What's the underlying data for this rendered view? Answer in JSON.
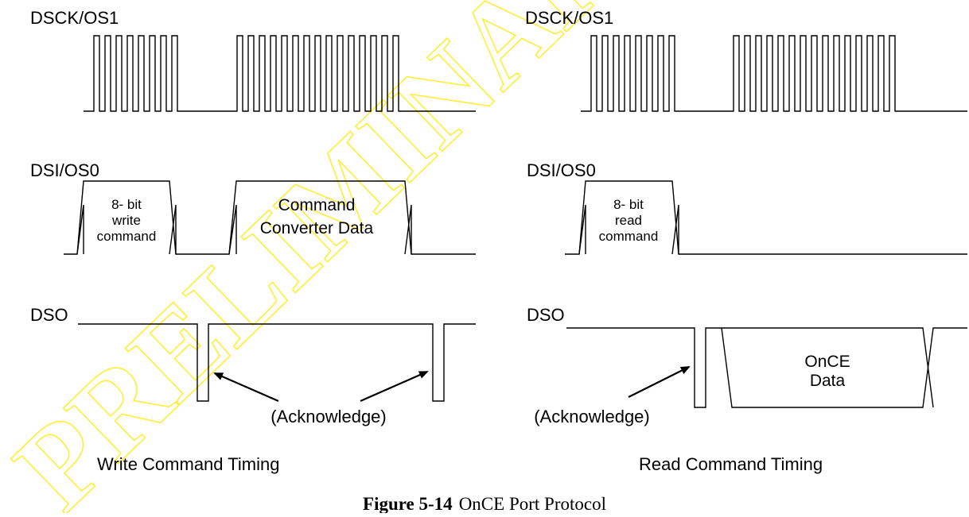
{
  "watermark": "PRELIMINARY",
  "write_panel": {
    "clock_label": "DSCK/OS1",
    "data_in_label": "DSI/OS0",
    "data_out_label": "DSO",
    "cmd_lines": [
      "8- bit",
      "write",
      "command"
    ],
    "payload_lines": [
      "Command",
      "Converter Data"
    ],
    "ack_label": "(Acknowledge)",
    "title": "Write Command Timing"
  },
  "read_panel": {
    "clock_label": "DSCK/OS1",
    "data_in_label": "DSI/OS0",
    "data_out_label": "DSO",
    "cmd_lines": [
      "8- bit",
      "read",
      "command"
    ],
    "payload_lines": [
      "OnCE",
      "Data"
    ],
    "ack_label": "(Acknowledge)",
    "title": "Read Command Timing"
  },
  "caption": {
    "number": "Figure 5-14",
    "text": "OnCE Port Protocol"
  }
}
